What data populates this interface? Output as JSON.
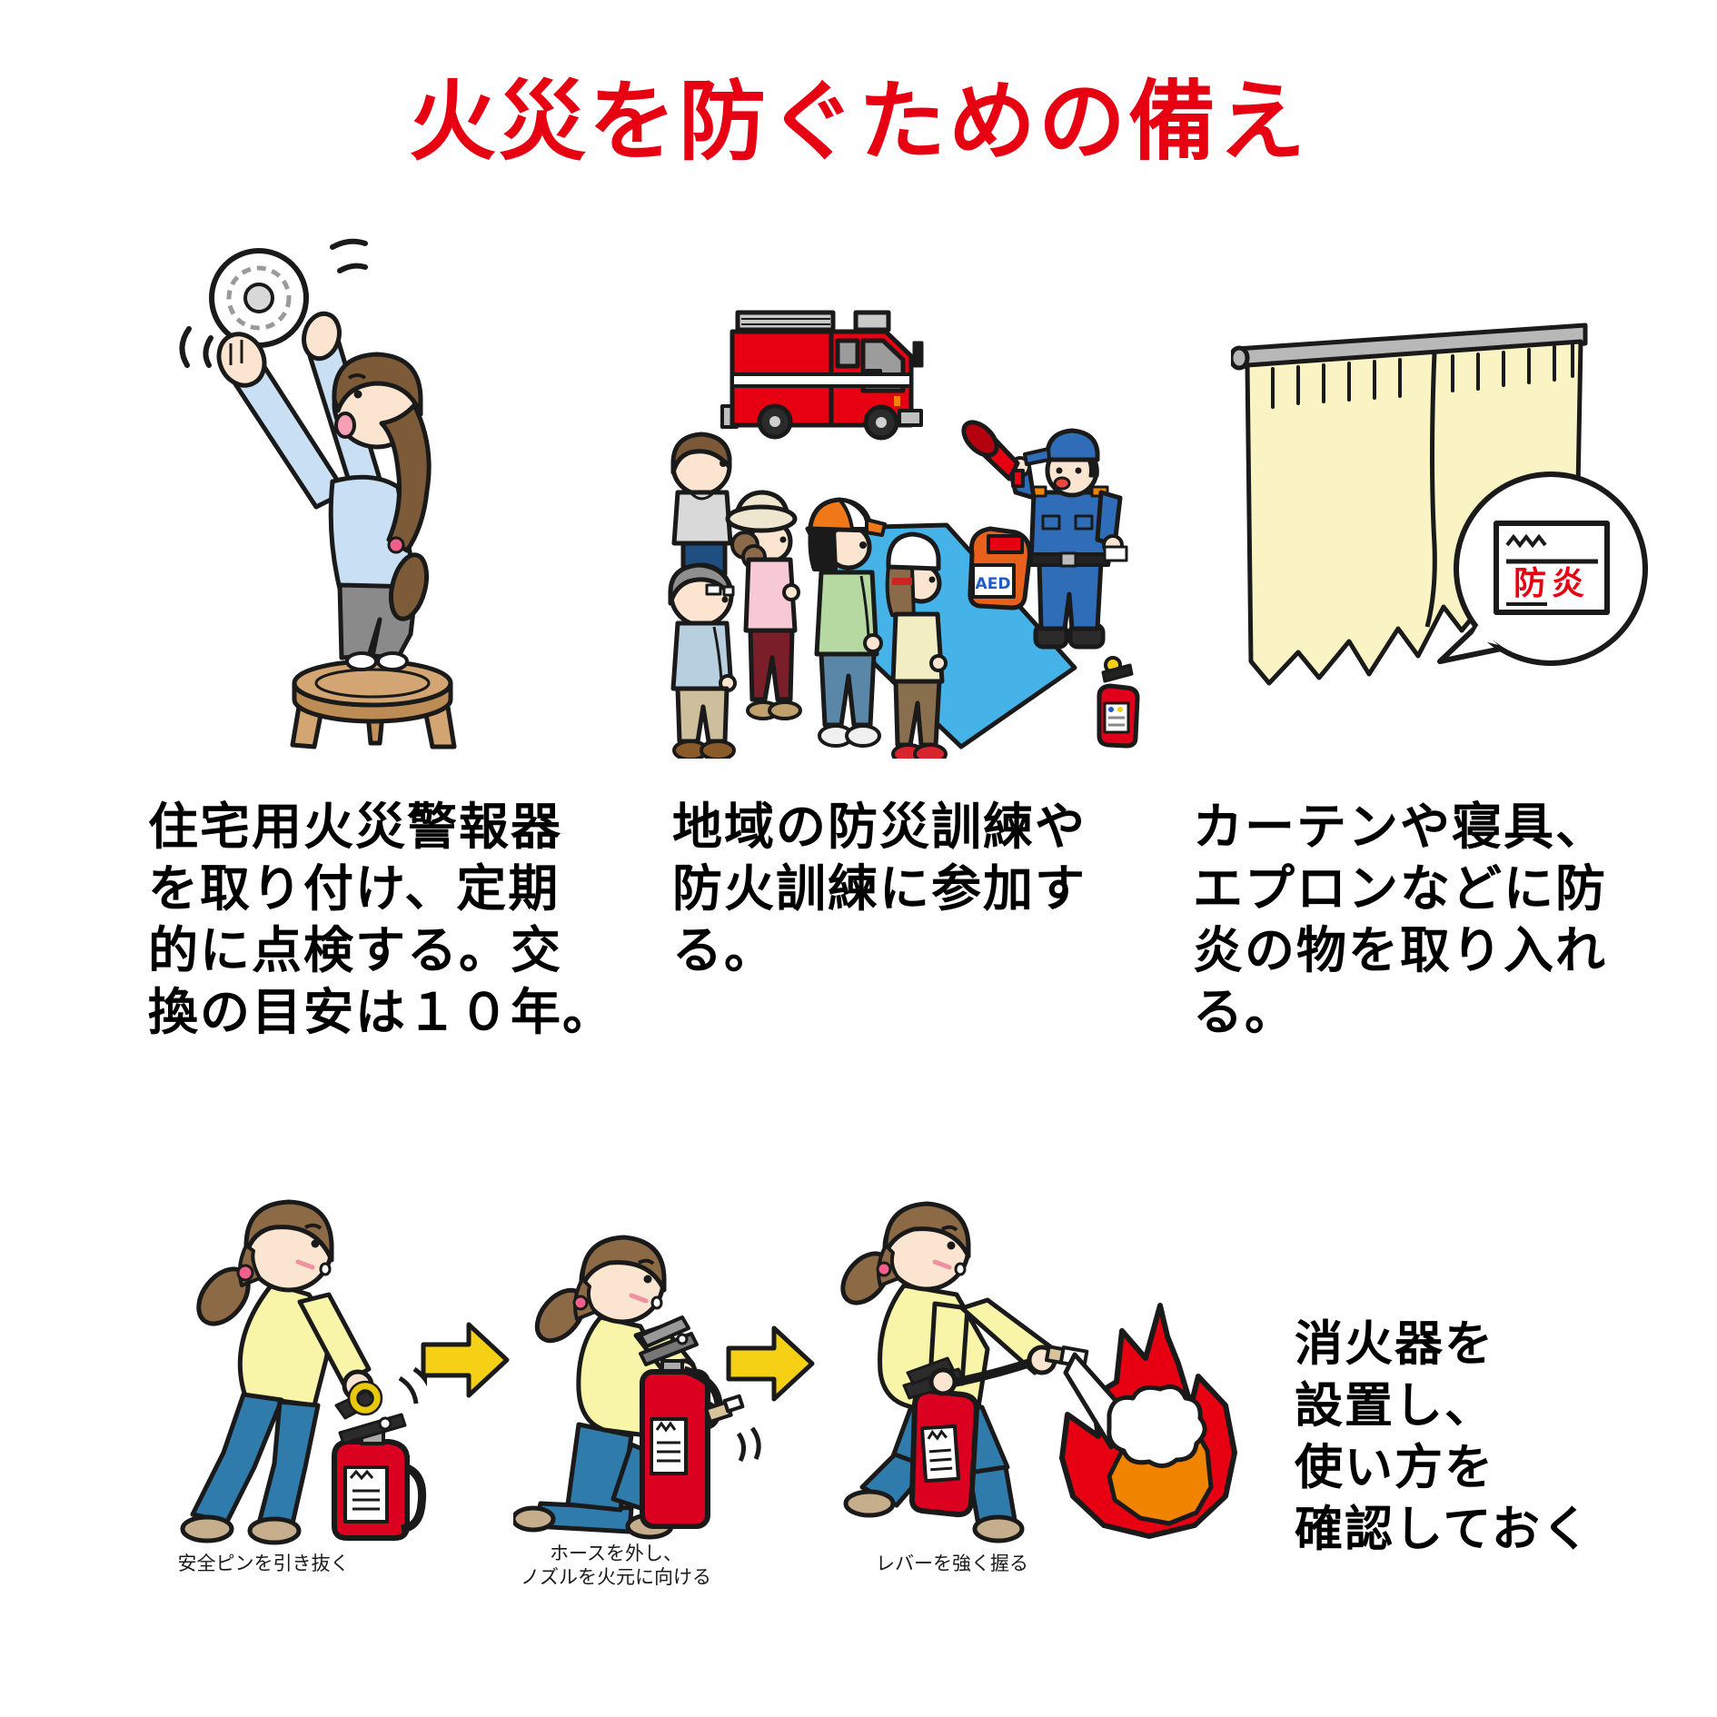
{
  "title": {
    "text": "火災を防ぐための備え",
    "color": "#e60012"
  },
  "tips": [
    {
      "name": "smoke-alarm",
      "illustration": "woman-on-stool-installing-smoke-alarm",
      "lines": [
        "住宅用火災警報器",
        "を取り付け、定期",
        "的に点検する。交",
        "換の目安は１０年。"
      ]
    },
    {
      "name": "fire-drill",
      "illustration": "community-fire-drill-with-fire-truck-firefighter-aed-crowd",
      "aed_label": "AED",
      "lines": [
        "地域の防災訓練や",
        "防火訓練に参加す",
        "る。"
      ]
    },
    {
      "name": "fireproof-items",
      "illustration": "curtain-with-fireproof-certification-tag",
      "tag_label": "防炎",
      "lines": [
        "カーテンや寝具、",
        "エプロンなどに防",
        "炎の物を取り入れ",
        "る。"
      ]
    }
  ],
  "extinguisher_guide": {
    "note_lines": [
      "消火器を",
      "設置し、",
      "使い方を",
      "確認しておく"
    ],
    "steps": [
      {
        "caption_lines": [
          "安全ピンを引き抜く"
        ]
      },
      {
        "caption_lines": [
          "ホースを外し、",
          "ノズルを火元に向ける"
        ]
      },
      {
        "caption_lines": [
          "レバーを強く握る"
        ]
      }
    ]
  },
  "colors": {
    "title_red": "#e60012",
    "truck_red": "#e60012",
    "extinguisher_red": "#dc0020",
    "fire_red": "#e60012",
    "fire_orange": "#f08300",
    "arrow_yellow": "#f5d014",
    "tarp_blue": "#45b2e8",
    "curtain_cream": "#faf4c4",
    "uniform_blue": "#2f6db8",
    "shirt_yellow": "#f8f4a8",
    "jeans_blue": "#2f7bab",
    "outline_black": "#1a1a1a"
  }
}
